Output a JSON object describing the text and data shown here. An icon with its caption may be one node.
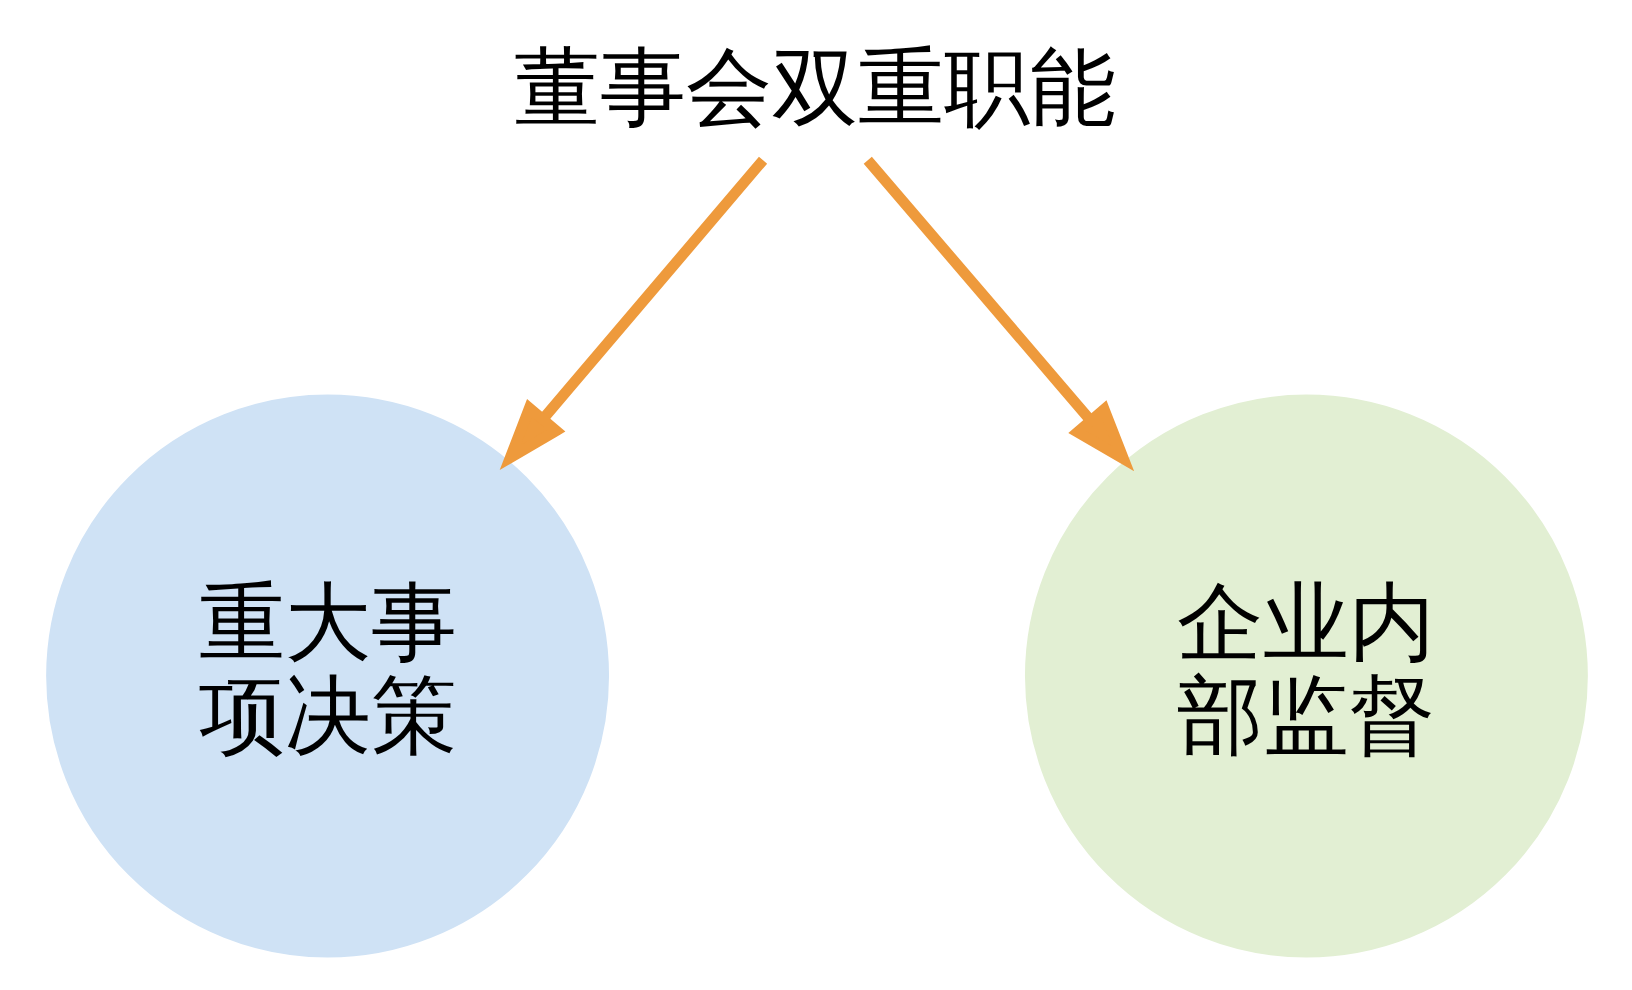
{
  "diagram": {
    "nodes": [
      {
        "text": [
          "董事会双重职能"
        ]
      },
      {
        "text": [
          "重大事项决策"
        ]
      },
      {
        "text": [
          "企业内部监督"
        ]
      }
    ],
    "edges": [
      {
        "from": 0,
        "to": 1,
        "arrow": "to"
      },
      {
        "from": 0,
        "to": 2,
        "arrow": "to"
      }
    ]
  }
}
